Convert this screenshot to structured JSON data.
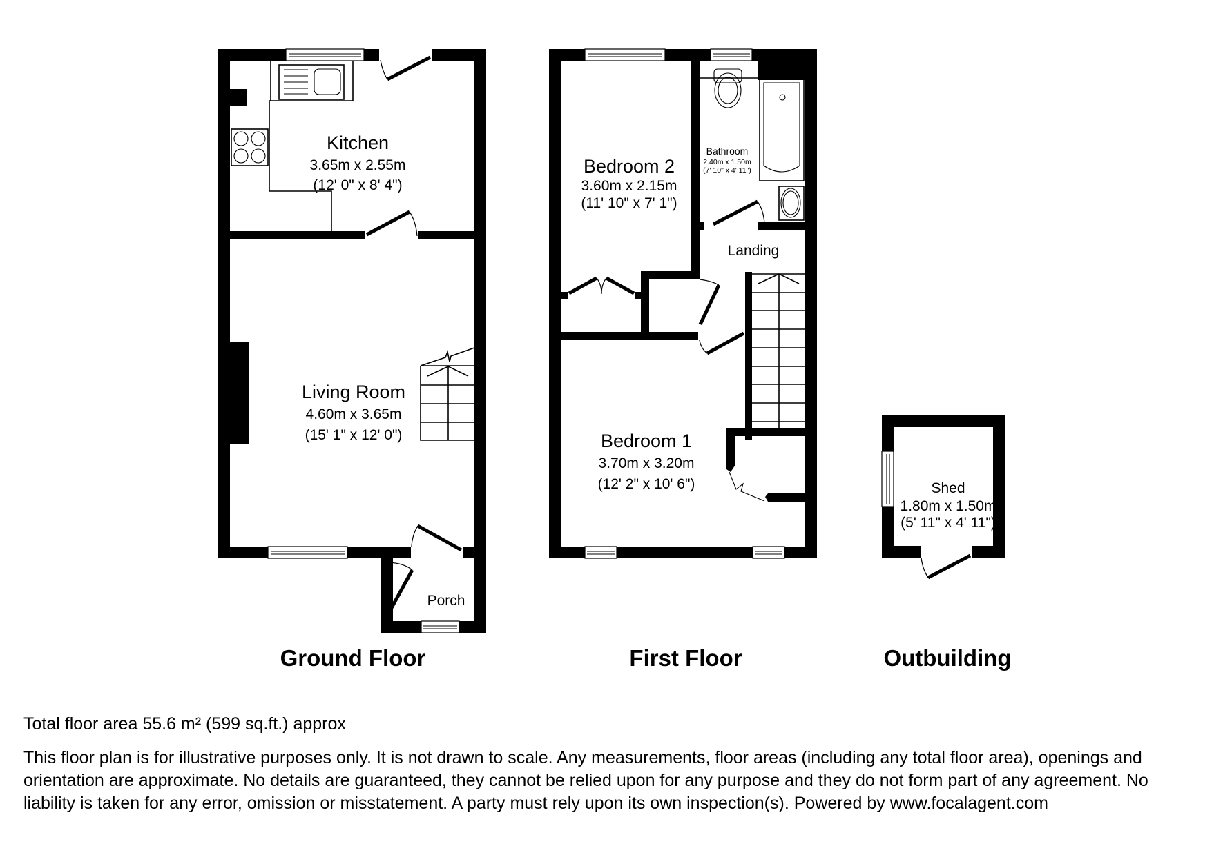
{
  "floors": {
    "ground": {
      "label": "Ground Floor",
      "rooms": {
        "kitchen": {
          "name": "Kitchen",
          "metric": "3.65m x 2.55m",
          "imperial": "(12' 0\" x 8' 4\")"
        },
        "living": {
          "name": "Living Room",
          "metric": "4.60m x 3.65m",
          "imperial": "(15' 1\" x 12' 0\")"
        },
        "porch": {
          "name": "Porch"
        }
      }
    },
    "first": {
      "label": "First Floor",
      "rooms": {
        "bedroom2": {
          "name": "Bedroom 2",
          "metric": "3.60m x 2.15m",
          "imperial": "(11' 10\" x 7' 1\")"
        },
        "bathroom": {
          "name": "Bathroom",
          "metric": "2.40m x 1.50m",
          "imperial": "(7' 10\" x 4' 11\")"
        },
        "landing": {
          "name": "Landing"
        },
        "bedroom1": {
          "name": "Bedroom 1",
          "metric": "3.70m x 3.20m",
          "imperial": "(12' 2\" x 10' 6\")"
        }
      }
    },
    "outbuilding": {
      "label": "Outbuilding",
      "rooms": {
        "shed": {
          "name": "Shed",
          "metric": "1.80m x 1.50m",
          "imperial": "(5' 11\" x 4' 11\")"
        }
      }
    }
  },
  "footer": {
    "total_area": "Total floor area 55.6 m² (599 sq.ft.) approx",
    "disclaimer": "This floor plan is for illustrative purposes only. It is not drawn to scale. Any measurements, floor areas (including any total floor area), openings and orientation are approximate. No details are guaranteed, they cannot be relied upon for any purpose and they do not form part of any agreement. No liability is taken for any error, omission or misstatement. A party must rely upon its own inspection(s). Powered by www.focalagent.com"
  },
  "colors": {
    "wall": "#000000",
    "background": "#ffffff"
  }
}
